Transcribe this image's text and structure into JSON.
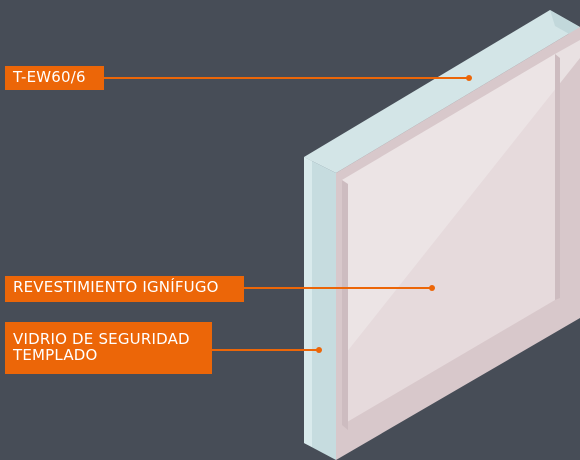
{
  "labels": {
    "top": "T-EW60/6",
    "middle": "REVESTIMIENTO IGNÍFUGO",
    "bottom": "VIDRIO DE SEGURIDAD\nTEMPLADO"
  },
  "colors": {
    "background": "#474d57",
    "accent": "#ec6608",
    "glass_edge": "#cfe3e6",
    "glass_face": "#ddc9cc"
  }
}
